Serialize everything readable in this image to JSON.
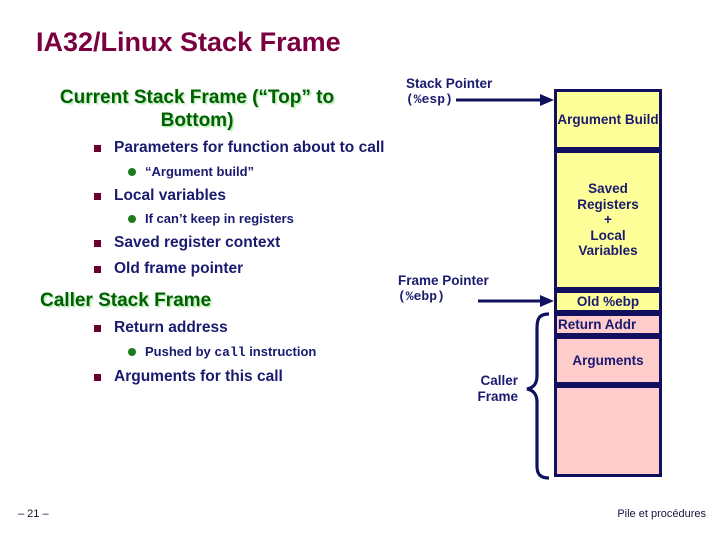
{
  "slide": {
    "title": "IA32/Linux Stack Frame",
    "page_number": "– 21 –",
    "footer_caption": "Pile et procédures"
  },
  "left_column": {
    "heading_current": "Current Stack Frame (“Top” to Bottom)",
    "heading_caller": "Caller Stack Frame",
    "current_items": [
      {
        "level": 1,
        "text": "Parameters for function about to call"
      },
      {
        "level": 2,
        "text": "“Argument build”"
      },
      {
        "level": 1,
        "text": "Local variables"
      },
      {
        "level": 2,
        "text": "If can’t keep in registers"
      },
      {
        "level": 1,
        "text": "Saved register context"
      },
      {
        "level": 1,
        "text": "Old frame pointer"
      }
    ],
    "caller_items": [
      {
        "level": 1,
        "text": "Return address"
      },
      {
        "level": 2,
        "text_before": "Pushed by ",
        "code": "call",
        "text_after": " instruction"
      },
      {
        "level": 1,
        "text": "Arguments for this call"
      }
    ]
  },
  "diagram": {
    "stack_pointer": {
      "name": "Stack Pointer",
      "register": "(%esp)"
    },
    "frame_pointer": {
      "name": "Frame Pointer",
      "register": "(%ebp)"
    },
    "caller_frame_label_line1": "Caller",
    "caller_frame_label_line2": "Frame",
    "boxes": [
      {
        "id": "argument-build",
        "label": "Argument Build",
        "fill": "yellow"
      },
      {
        "id": "saved-registers",
        "label": "Saved Registers + Local Variables",
        "fill": "yellow"
      },
      {
        "id": "old-ebp",
        "label": "Old %ebp",
        "fill": "yellow"
      },
      {
        "id": "return-addr",
        "label": "Return Addr",
        "fill": "pink"
      },
      {
        "id": "arguments",
        "label": "Arguments",
        "fill": "pink"
      },
      {
        "id": "empty",
        "label": "",
        "fill": "pink"
      }
    ]
  },
  "colors": {
    "title": "#7a0040",
    "heading_green": "#006000",
    "body_navy": "#1a1a6e",
    "bullet_square": "#6b0030",
    "bullet_dot": "#1d7a1d",
    "box_border": "#10105e",
    "box_yellow": "#ffff99",
    "box_pink": "#ffcccc"
  }
}
